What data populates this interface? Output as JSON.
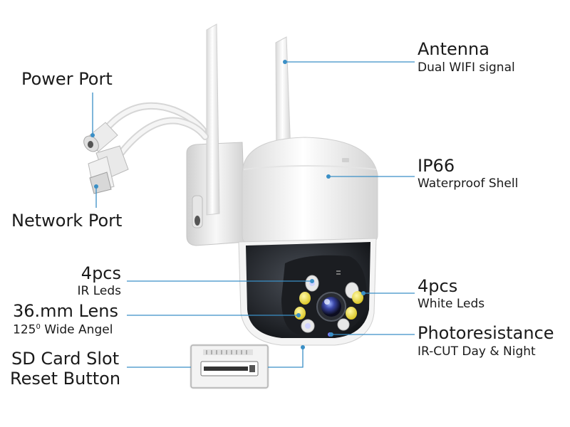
{
  "colors": {
    "leader": "#3a8fc6",
    "shell": "#f2f2f2",
    "lens_housing": "#2b2f35",
    "ir_led": "#f1e13a"
  },
  "labels": {
    "antenna": {
      "title": "Antenna",
      "sub": "Dual WIFI signal"
    },
    "power_port": {
      "title": "Power Port"
    },
    "network_port": {
      "title": "Network Port"
    },
    "ip66": {
      "title": "IP66",
      "sub": "Waterproof Shell"
    },
    "ir_leds": {
      "title": "4pcs",
      "sub": "IR Leds"
    },
    "lens": {
      "title": "36.mm Lens",
      "sub_main": "125",
      "sub_sup": "0",
      "sub_rest": " Wide Angel"
    },
    "white_leds": {
      "title": "4pcs",
      "sub": "White Leds"
    },
    "photoresistance": {
      "title": "Photoresistance",
      "sub": "IR-CUT Day & Night"
    },
    "sd_card": {
      "line1": "SD Card Slot",
      "line2": "Reset Button"
    }
  }
}
